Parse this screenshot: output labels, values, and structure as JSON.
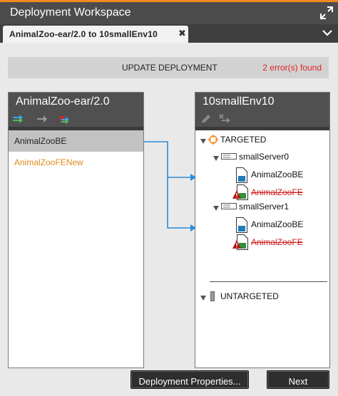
{
  "window": {
    "title": "Deployment Workspace"
  },
  "tabs": [
    {
      "label": "AnimalZoo-ear/2.0 to 10smallEnv10",
      "close": "✖"
    }
  ],
  "status": {
    "action": "UPDATE DEPLOYMENT",
    "errors": "2 error(s) found"
  },
  "source": {
    "title": "AnimalZoo-ear/2.0",
    "items": [
      {
        "label": "AnimalZooBE",
        "state": "selected"
      },
      {
        "label": "AnimalZooFENew",
        "state": "new"
      }
    ]
  },
  "target": {
    "title": "10smallEnv10",
    "targeted_label": "TARGETED",
    "untargeted_label": "UNTARGETED",
    "servers": [
      {
        "name": "smallServer0",
        "apps": [
          {
            "label": "AnimalZooBE",
            "error": false
          },
          {
            "label": "AnimalZooFE",
            "error": true
          }
        ]
      },
      {
        "name": "smallServer1",
        "apps": [
          {
            "label": "AnimalZooBE",
            "error": false
          },
          {
            "label": "AnimalZooFE",
            "error": true
          }
        ]
      }
    ]
  },
  "buttons": {
    "properties": "Deployment Properties...",
    "next": "Next"
  },
  "colors": {
    "accent": "#f08a1c",
    "error": "#cc1b1b",
    "link_arrow": "#2b8bd8",
    "new_item": "#e08a1a"
  },
  "icons": [
    "expand-icon",
    "chevron-down-icon",
    "map-icon",
    "move-icon",
    "unmap-icon",
    "edit-icon",
    "remove-icon",
    "target-icon",
    "server-icon",
    "document-icon",
    "error-icon",
    "untargeted-icon"
  ]
}
